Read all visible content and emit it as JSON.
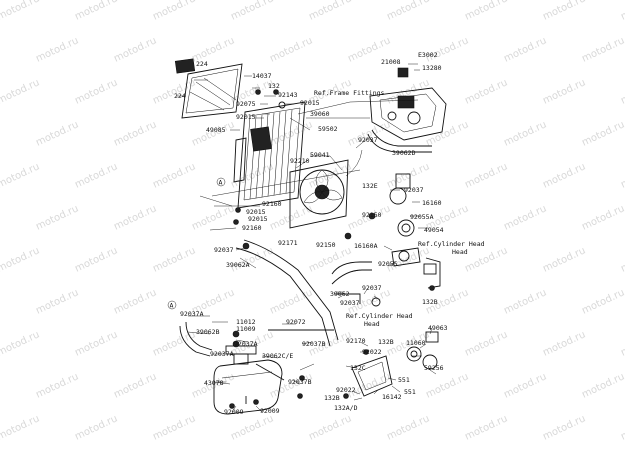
{
  "watermark": "motod.ru",
  "diagram_code": "E3002",
  "references": {
    "frame_fittings": "Ref.Frame Fittings",
    "cylinder_head_1": "Ref.Cylinder Head",
    "cylinder_head_2": "Ref.Cylinder Head"
  },
  "callout_letter": "A",
  "part_numbers": {
    "p224a": "224",
    "p14037": "14037",
    "p224b": "224",
    "p132": "132",
    "p92143": "92143",
    "p92075": "92075",
    "p92015a": "92015",
    "p39060": "39060",
    "p49085": "49085",
    "p92015b": "92015",
    "p59502": "59502",
    "p92210": "92210",
    "p59041": "59041",
    "p21008": "21008",
    "p13280": "13280",
    "p92037a": "92037",
    "p39062d": "39062D",
    "p132e": "132E",
    "p92037b": "92037",
    "p16160": "16160",
    "p92160a": "92160",
    "p92015c": "92015",
    "p92015d": "92015",
    "p92160b": "92160",
    "p92150a": "92150",
    "p92055a": "92055A",
    "p49054": "49054",
    "p92171": "92171",
    "p92150b": "92150",
    "p16160a": "16160A",
    "p92037c": "92037",
    "p39062a": "39062A",
    "p92055": "92055",
    "p39062": "39062",
    "p92037d": "92037",
    "p132b": "132B",
    "p92037e": "92037",
    "p92037f": "92037A",
    "p11012": "11012",
    "p11009": "11009",
    "p92072": "92072",
    "p39062b": "39062B",
    "p92037g": "92037A",
    "p39062e": "39062C/E",
    "p92037h": "92037B",
    "p92170": "92170",
    "p132c": "132B",
    "p92022a": "92022",
    "p11060": "11060",
    "p49063": "49063",
    "p92037i": "92037A",
    "p132d": "132C",
    "p59256": "59256",
    "p43078": "43078",
    "p92037j": "92037B",
    "p551a": "551",
    "p92022b": "92022",
    "p551b": "551",
    "p132f": "132B",
    "p16142": "16142",
    "p92009a": "92009",
    "p92009b": "92009",
    "p132ad": "132A/D"
  }
}
